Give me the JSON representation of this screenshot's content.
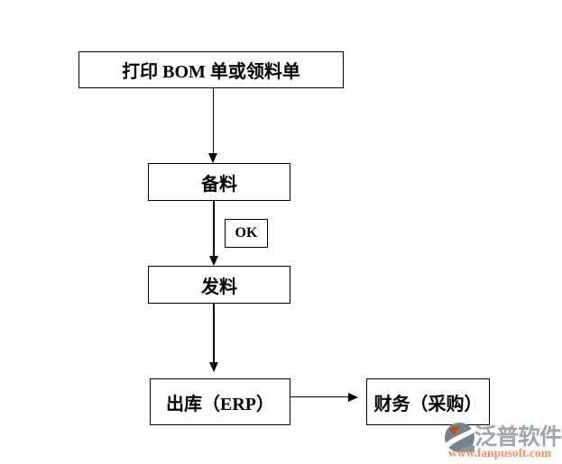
{
  "diagram": {
    "type": "flowchart",
    "nodes": {
      "print_bom": {
        "label": "打印 BOM 单或领料单"
      },
      "prepare": {
        "label": "备料"
      },
      "ok_tag": {
        "label": "OK"
      },
      "issue": {
        "label": "发料"
      },
      "outbound": {
        "label": "出库（ERP）"
      },
      "finance": {
        "label": "财务（采购）"
      }
    },
    "edges": [
      {
        "from": "print_bom",
        "to": "prepare",
        "direction": "down"
      },
      {
        "from": "prepare",
        "to": "issue",
        "direction": "down",
        "annotation": "OK"
      },
      {
        "from": "issue",
        "to": "outbound",
        "direction": "down"
      },
      {
        "from": "outbound",
        "to": "finance",
        "direction": "right"
      }
    ],
    "line_color": "#000000",
    "background": "#ffffff"
  },
  "watermark": {
    "brand": "泛普软件",
    "url": "www.fanpusoft.com",
    "brand_color": "#9ea5ad",
    "url_color": "#ee8f63",
    "logo_primary": "#76838f",
    "logo_accent": "#c64a1e"
  }
}
